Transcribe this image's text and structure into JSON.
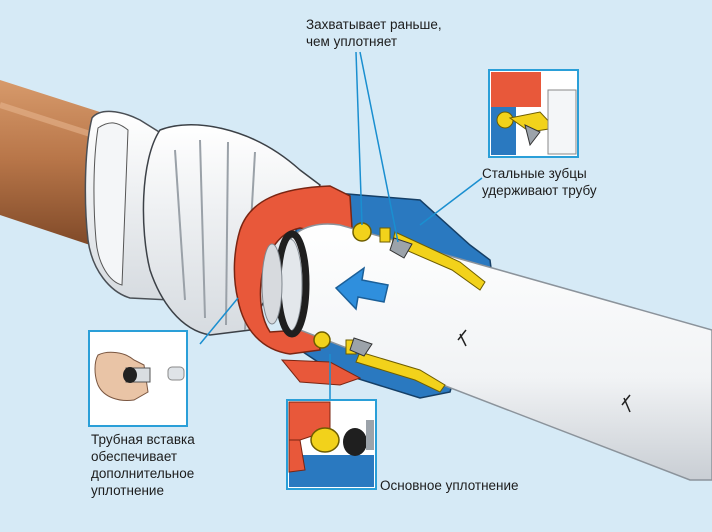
{
  "labels": {
    "grip_first": [
      "Захватывает раньше,",
      "чем уплотняет"
    ],
    "steel_teeth": [
      "Стальные зубцы",
      "удерживают трубу"
    ],
    "pipe_insert": [
      "Трубная вставка",
      "обеспечивает",
      "дополнительное",
      "уплотнение"
    ],
    "main_seal": [
      "Основное уплотнение"
    ]
  },
  "colors": {
    "background": "#d6eaf6",
    "copper_pipe": "#b87649",
    "fitting_body": "#ffffff",
    "collet": "#e8583a",
    "release_sleeve": "#2a79c0",
    "grip_ring": "#f2d21b",
    "o_ring": "#222222",
    "flow_arrow": "#2f8fdd",
    "callout_box": "#2a9fd8",
    "leader_line": "#1a8fd0"
  },
  "icons": [
    "flow-direction-arrow",
    "pipe-marking-tick"
  ]
}
